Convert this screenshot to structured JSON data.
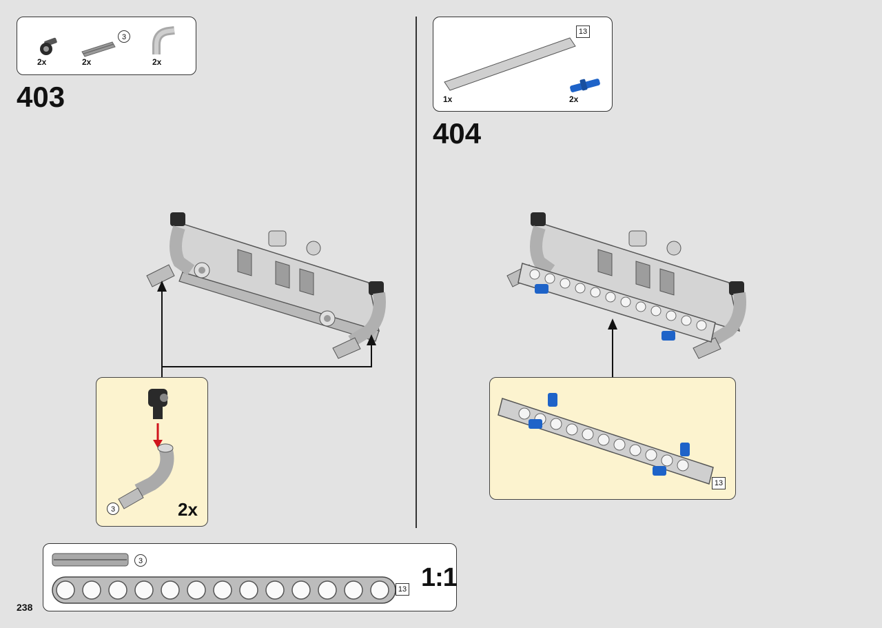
{
  "page_number": "238",
  "step403": {
    "number": "403",
    "parts": [
      {
        "name": "pin-connector",
        "qty": "2x"
      },
      {
        "name": "axle-3",
        "qty": "2x",
        "length": "3"
      },
      {
        "name": "curved-tube",
        "qty": "2x"
      }
    ],
    "callout": {
      "multiplier": "2x",
      "length": "3"
    }
  },
  "step404": {
    "number": "404",
    "parts": [
      {
        "name": "beam-13",
        "qty": "1x",
        "length": "13"
      },
      {
        "name": "blue-pin",
        "qty": "2x"
      }
    ],
    "callout": {
      "length": "13"
    }
  },
  "scale": {
    "label": "1:1",
    "axle_length": "3",
    "beam_length": "13",
    "beam_holes": 13
  },
  "colors": {
    "background": "#e3e3e3",
    "callout": "#fcf3cf",
    "light_gray": "#bcbcbc",
    "dark_gray": "#2a2a2a",
    "blue": "#1e63c8",
    "red_arrow": "#d0141c"
  }
}
